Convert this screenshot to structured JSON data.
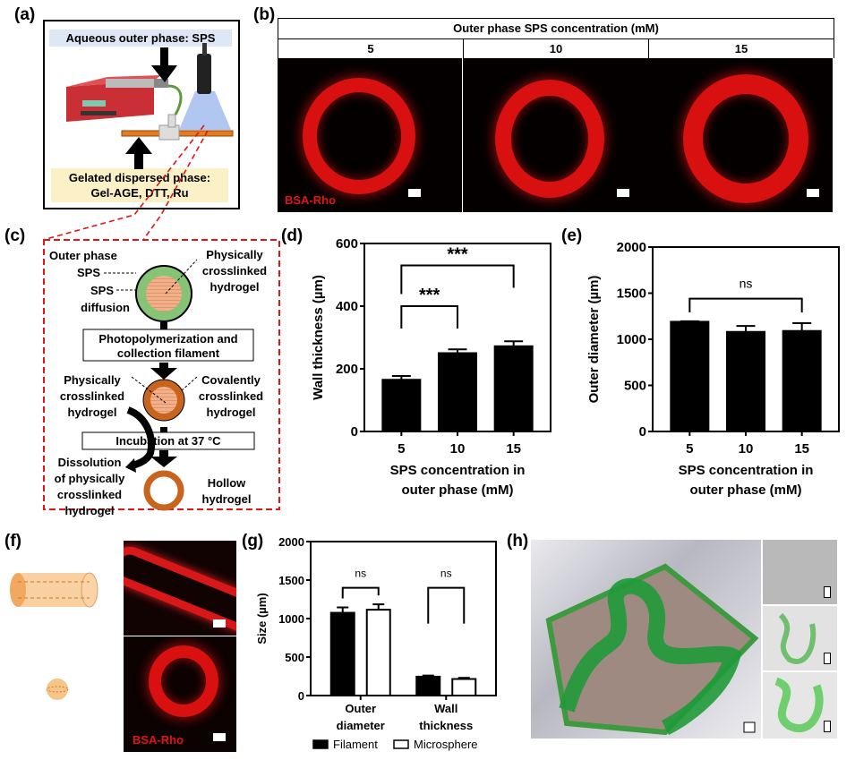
{
  "panel_labels": {
    "a": "(a)",
    "b": "(b)",
    "c": "(c)",
    "d": "(d)",
    "e": "(e)",
    "f": "(f)",
    "g": "(g)",
    "h": "(h)"
  },
  "panel_a": {
    "outer_phase_label": "Aqueous outer phase: SPS",
    "dispersed_line1": "Gelated dispersed phase:",
    "dispersed_line2": "Gel-AGE, DTT, Ru"
  },
  "panel_b": {
    "header": "Outer phase SPS concentration (mM)",
    "columns": [
      "5",
      "10",
      "15"
    ],
    "stain_label": "BSA-Rho"
  },
  "panel_c": {
    "outer_phase": "Outer phase",
    "sps": "SPS",
    "sps2": "SPS",
    "diffusion": "diffusion",
    "phys_top": [
      "Physically",
      "crosslinked",
      "hydrogel"
    ],
    "step1": [
      "Photopolymerization and",
      "collection filament"
    ],
    "phys_left": [
      "Physically",
      "crosslinked",
      "hydrogel"
    ],
    "cov_right": [
      "Covalently",
      "crosslinked",
      "hydrogel"
    ],
    "step2": "Incubation at 37 °C",
    "dissolution": [
      "Dissolution",
      "of physically",
      "crosslinked",
      "hydrogel"
    ],
    "hollow": [
      "Hollow",
      "hydrogel"
    ]
  },
  "panel_f": {
    "stain_label": "BSA-Rho"
  },
  "colors": {
    "stain": "#e01515",
    "ring": "#d81010",
    "shell_green": "#7cbf6a",
    "shell_orange": "#c8641e",
    "core": "#f0b08a",
    "hydrogel_green": "#2fa84a",
    "dashed": "#e01515"
  },
  "chart_data": [
    {
      "panel": "d",
      "type": "bar",
      "categories": [
        "5",
        "10",
        "15"
      ],
      "values": [
        165,
        250,
        272
      ],
      "errors": [
        12,
        12,
        16
      ],
      "ylabel": "Wall thickness (µm)",
      "xlabel": [
        "SPS concentration in",
        "outer phase (mM)"
      ],
      "ylim": [
        0,
        600
      ],
      "yticks": [
        "0",
        "200",
        "400",
        "600"
      ],
      "significance": [
        {
          "from": 0,
          "to": 1,
          "label": "***"
        },
        {
          "from": 0,
          "to": 2,
          "label": "***"
        }
      ]
    },
    {
      "panel": "e",
      "type": "bar",
      "categories": [
        "5",
        "10",
        "15"
      ],
      "values": [
        1190,
        1080,
        1090
      ],
      "errors": [
        5,
        65,
        85
      ],
      "ylabel": "Outer diameter (µm)",
      "xlabel": [
        "SPS concentration in",
        "outer phase (mM)"
      ],
      "ylim": [
        0,
        2000
      ],
      "yticks": [
        "0",
        "500",
        "1000",
        "1500",
        "2000"
      ],
      "significance": [
        {
          "from": 0,
          "to": 2,
          "label": "ns"
        }
      ]
    },
    {
      "panel": "g",
      "type": "bar",
      "categories": [
        [
          "Outer",
          "diameter"
        ],
        [
          "Wall",
          "thickness"
        ]
      ],
      "series": [
        {
          "name": "Filament",
          "values": [
            1075,
            245
          ],
          "errors": [
            70,
            15
          ],
          "color": "#000000"
        },
        {
          "name": "Microsphere",
          "values": [
            1115,
            215
          ],
          "errors": [
            70,
            15
          ],
          "color": "#ffffff"
        }
      ],
      "ylabel": "Size (µm)",
      "ylim": [
        0,
        2000
      ],
      "yticks": [
        "0",
        "500",
        "1000",
        "1500",
        "2000"
      ],
      "significance": [
        {
          "group": 0,
          "label": "ns"
        },
        {
          "group": 1,
          "label": "ns"
        }
      ],
      "legend": "bottom"
    }
  ]
}
